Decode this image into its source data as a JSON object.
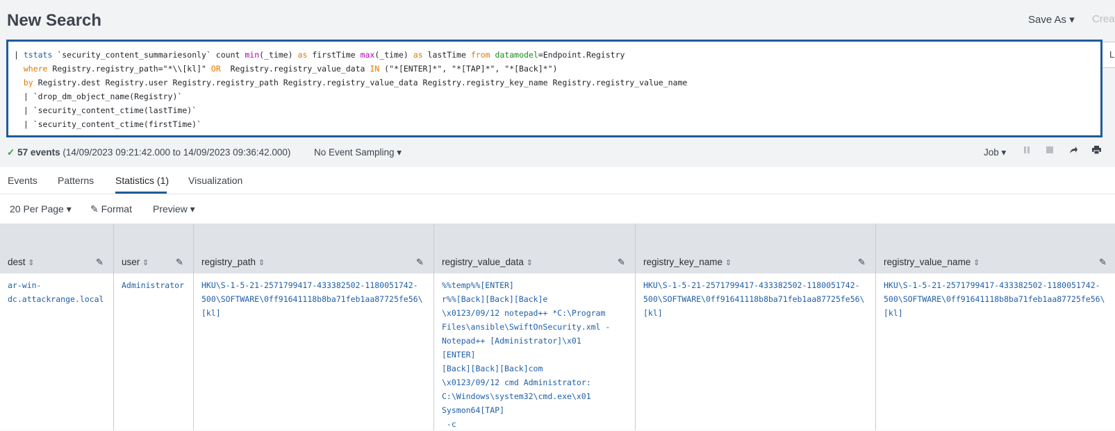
{
  "header": {
    "title": "New Search",
    "save_as": "Save As ▾",
    "create": "Creat",
    "right_stub": "L"
  },
  "search": {
    "lines": [
      [
        {
          "t": "| "
        },
        {
          "t": "tstats",
          "c": "cmd"
        },
        {
          "t": " `security_content_summariesonly` count "
        },
        {
          "t": "min",
          "c": "fn"
        },
        {
          "t": "(_time) "
        },
        {
          "t": "as",
          "c": "op"
        },
        {
          "t": " firstTime "
        },
        {
          "t": "max",
          "c": "fn"
        },
        {
          "t": "(_time) "
        },
        {
          "t": "as",
          "c": "op"
        },
        {
          "t": " lastTime "
        },
        {
          "t": "from",
          "c": "op"
        },
        {
          "t": " "
        },
        {
          "t": "datamodel",
          "c": "dm"
        },
        {
          "t": "=Endpoint.Registry"
        }
      ],
      [
        {
          "t": "  "
        },
        {
          "t": "where",
          "c": "op"
        },
        {
          "t": " Registry.registry_path=\"*\\\\[kl]\" "
        },
        {
          "t": "OR",
          "c": "op"
        },
        {
          "t": "  Registry.registry_value_data "
        },
        {
          "t": "IN",
          "c": "op"
        },
        {
          "t": " (\"*[ENTER]*\", \"*[TAP]*\", \"*[Back]*\")"
        }
      ],
      [
        {
          "t": "  "
        },
        {
          "t": "by",
          "c": "op"
        },
        {
          "t": " Registry.dest Registry.user Registry.registry_path Registry.registry_value_data Registry.registry_key_name Registry.registry_value_name"
        }
      ],
      [
        {
          "t": "  | `drop_dm_object_name(Registry)`"
        }
      ],
      [
        {
          "t": "  | `security_content_ctime(lastTime)`"
        }
      ],
      [
        {
          "t": "  | `security_content_ctime(firstTime)`"
        }
      ]
    ]
  },
  "summary": {
    "check": "✓",
    "count": "57 events",
    "range": " (14/09/2023 09:21:42.000 to 14/09/2023 09:36:42.000)",
    "sampling": "No Event Sampling ▾",
    "job": "Job ▾"
  },
  "tabs": [
    "Events",
    "Patterns",
    "Statistics (1)",
    "Visualization"
  ],
  "toolbar": {
    "per_page": "20 Per Page ▾",
    "format": "Format",
    "preview": "Preview ▾"
  },
  "table": {
    "columns": [
      "dest",
      "user",
      "registry_path",
      "registry_value_data",
      "registry_key_name",
      "registry_value_name"
    ],
    "row": {
      "dest": "ar-win-\ndc.attackrange.local",
      "user": "Administrator",
      "registry_path": "HKU\\S-1-5-21-2571799417-433382502-1180051742-\n500\\SOFTWARE\\0ff91641118b8ba71feb1aa87725fe56\\\n[kl]",
      "registry_value_data": "%%temp%%[ENTER]\nr%%[Back][Back][Back]e\n\\x0123/09/12 notepad++ *C:\\Program\nFiles\\ansible\\SwiftOnSecurity.xml -\nNotepad++ [Administrator]\\x01\n[ENTER]\n[Back][Back][Back]com\n\\x0123/09/12 cmd Administrator:\nC:\\Windows\\system32\\cmd.exe\\x01\nSysmon64[TAP]\n -c",
      "registry_key_name": "HKU\\S-1-5-21-2571799417-433382502-1180051742-\n500\\SOFTWARE\\0ff91641118b8ba71feb1aa87725fe56\\\n[kl]",
      "registry_value_name": "HKU\\S-1-5-21-2571799417-433382502-1180051742-\n500\\SOFTWARE\\0ff91641118b8ba71feb1aa87725fe56\\\n[kl]"
    }
  },
  "icons": [
    "check-icon",
    "pause-icon",
    "stop-icon",
    "share-icon",
    "print-icon",
    "pencil-icon",
    "sort-icon"
  ]
}
